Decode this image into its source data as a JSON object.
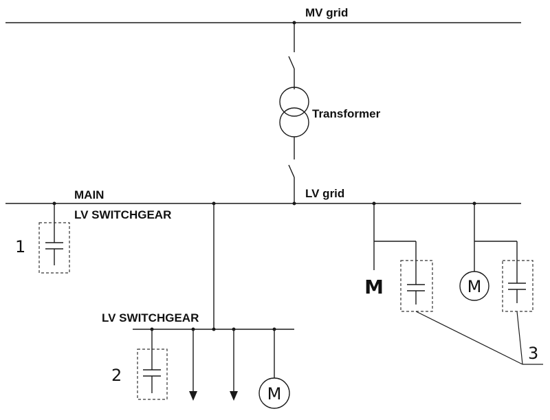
{
  "labels": {
    "mv_grid": "MV grid",
    "transformer": "Transformer",
    "lv_grid": "LV grid",
    "main_line1": "MAIN",
    "main_line2": "LV SWITCHGEAR",
    "lv_switchgear": "LV SWITCHGEAR",
    "item1": "1",
    "item2": "2",
    "item3": "3",
    "motor_bold": "M",
    "motor_circle_1": "M",
    "motor_circle_2": "M"
  }
}
